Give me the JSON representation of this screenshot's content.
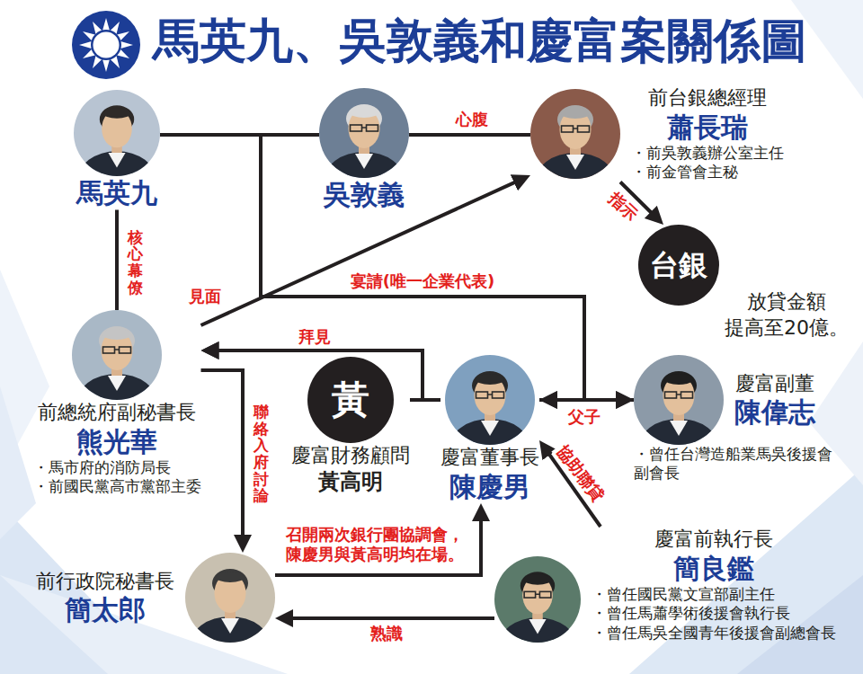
{
  "diagram": {
    "title": "馬英九、吳敦義和慶富案關係圖",
    "nodes": [
      {
        "text": [
          "馬英九"
        ]
      },
      {
        "text": [
          "吳敦義"
        ]
      },
      {
        "text": [
          "前台銀總經理",
          "蕭長瑞",
          "・前吳敦義辦公室主任",
          "・前金管會主秘"
        ]
      },
      {
        "text": [
          "台銀"
        ]
      },
      {
        "text": [
          "前總統府副秘書長",
          "熊光華",
          "・馬市府的消防局長",
          "・前國民黨高市黨部主委"
        ]
      },
      {
        "text": [
          "黃",
          "慶富財務顧問",
          "黃高明"
        ]
      },
      {
        "text": [
          "慶富董事長",
          "陳慶男"
        ]
      },
      {
        "text": [
          "慶富副董",
          "陳偉志",
          "・曾任台灣造船業馬吳後援會 副會長"
        ]
      },
      {
        "text": [
          "慶富前執行長",
          "簡良鑑",
          "・曾任國民黨文宣部副主任",
          "・曾任馬蕭學術後援會執行長",
          "・曾任馬吳全國青年後援會副總會長"
        ]
      },
      {
        "text": [
          "前行政院秘書長",
          "簡太郎"
        ]
      }
    ],
    "edges": [
      {
        "from": 0,
        "to": 1,
        "arrow": "none"
      },
      {
        "from": 1,
        "to": 2,
        "label": "心腹",
        "arrow": "none"
      },
      {
        "from": 2,
        "to": 3,
        "label": "指示",
        "arrow": "to"
      },
      {
        "from": 0,
        "to": 4,
        "label": "核心幕僚",
        "arrow": "none"
      },
      {
        "from": 4,
        "to": 2,
        "label": "見面",
        "arrow": "to"
      },
      {
        "from": 0,
        "to": 6,
        "label": "宴請(唯一企業代表)",
        "arrow": "to"
      },
      {
        "from": 0,
        "to": 7,
        "arrow": "to"
      },
      {
        "from": 1,
        "to": 6,
        "arrow": "to"
      },
      {
        "from": 1,
        "to": 7,
        "arrow": "to"
      },
      {
        "from": 6,
        "to": 4,
        "label": "拜見",
        "arrow": "to"
      },
      {
        "from": 5,
        "to": 4,
        "arrow": "to"
      },
      {
        "from": 5,
        "to": 6,
        "arrow": "none"
      },
      {
        "from": 6,
        "to": 7,
        "label": "父子",
        "arrow": "none"
      },
      {
        "from": 4,
        "to": 9,
        "label": "聯絡入府討論",
        "arrow": "to"
      },
      {
        "from": 9,
        "to": 6,
        "label": "召開兩次銀行團協調會， 陳慶男與黃高明均在場。",
        "arrow": "to"
      },
      {
        "from": 8,
        "to": 9,
        "label": "熟識",
        "arrow": "to"
      },
      {
        "from": 8,
        "to": 6,
        "label": "協助聯貸",
        "arrow": "to"
      }
    ],
    "labels": [
      "放貸金額 提高至20億。"
    ]
  }
}
